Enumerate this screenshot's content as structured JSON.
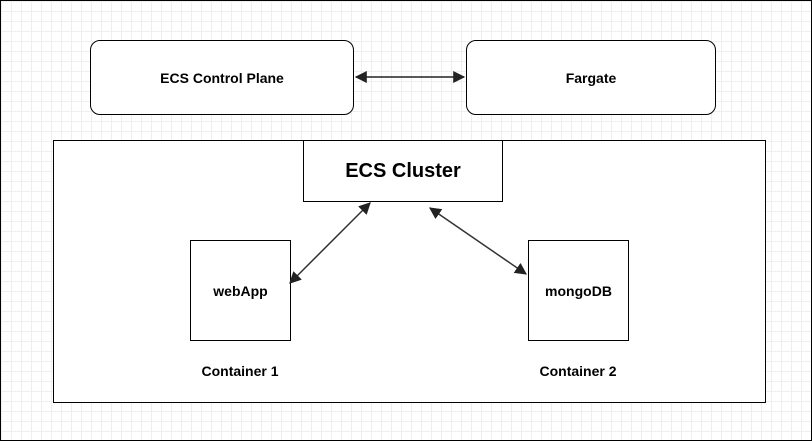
{
  "nodes": {
    "control_plane": "ECS Control Plane",
    "fargate": "Fargate",
    "cluster": "ECS Cluster",
    "webapp": "webApp",
    "mongodb": "mongoDB"
  },
  "captions": {
    "container_1": "Container 1",
    "container_2": "Container 2"
  },
  "colors": {
    "line": "#333333",
    "grid": "#efefef",
    "border": "#000000"
  }
}
